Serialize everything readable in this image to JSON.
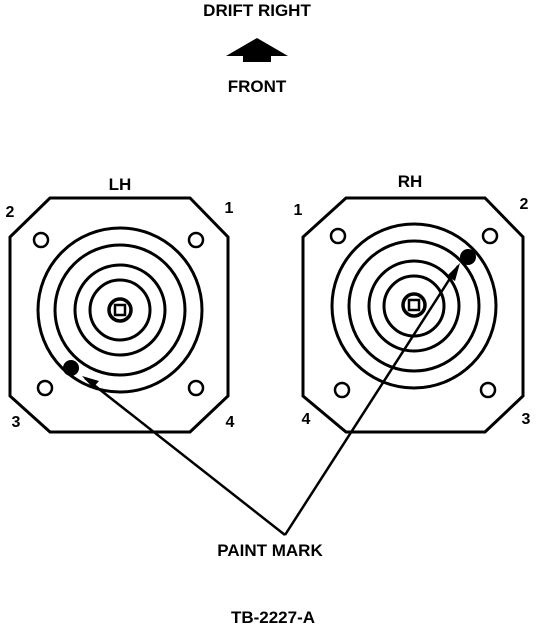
{
  "header": {
    "title": "DRIFT RIGHT",
    "direction_label": "FRONT"
  },
  "left_hub": {
    "label": "LH",
    "corners": [
      "2",
      "1",
      "3",
      "4"
    ]
  },
  "right_hub": {
    "label": "RH",
    "corners": [
      "1",
      "2",
      "4",
      "3"
    ]
  },
  "callout": {
    "label": "PAINT MARK"
  },
  "figure_id": "TB-2227-A",
  "icons": {
    "direction": "up-arrow-icon"
  },
  "colors": {
    "ink": "#000000",
    "background": "#ffffff"
  }
}
